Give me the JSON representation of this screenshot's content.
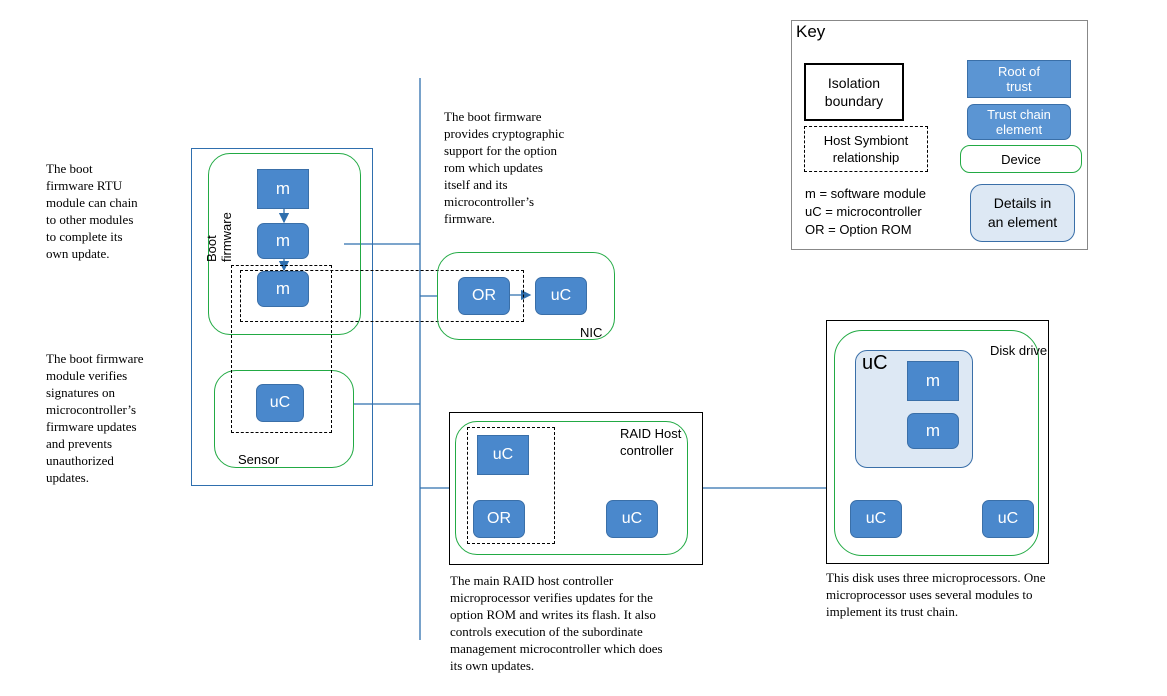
{
  "notes": {
    "rtu": [
      "The boot",
      "firmware RTU",
      "module can chain",
      "to other modules",
      "to complete its",
      "own update."
    ],
    "verify": [
      "The boot firmware",
      "module verifies",
      "signatures on",
      "microcontroller’s",
      "firmware updates",
      "and prevents",
      "unauthorized",
      "updates."
    ],
    "crypto": [
      "The boot firmware",
      "provides cryptographic",
      "support for the option",
      "rom which updates",
      "itself and its",
      "microcontroller’s",
      "firmware."
    ],
    "raid": [
      "The main RAID host controller",
      "microprocessor verifies updates for the",
      "option ROM and writes its flash. It also",
      "controls execution of the subordinate",
      "management microcontroller which does",
      "its own updates."
    ],
    "disk": [
      "This disk uses three microprocessors. One",
      "microprocessor uses several modules to",
      "implement its trust chain."
    ]
  },
  "labels": {
    "boot_firmware": "Boot firmware",
    "sensor": "Sensor",
    "nic": "NIC",
    "raid": [
      "RAID Host",
      "controller"
    ],
    "disk_drive": "Disk drive"
  },
  "modules": {
    "m": "m",
    "uc": "uC",
    "or": "OR"
  },
  "key": {
    "title": "Key",
    "isolation": [
      "Isolation",
      "boundary"
    ],
    "root": [
      "Root of",
      "trust"
    ],
    "chain": [
      "Trust chain",
      "element"
    ],
    "symbiont": [
      "Host Symbiont",
      "relationship"
    ],
    "device": "Device",
    "details": [
      "Details in",
      "an element"
    ],
    "legend": [
      "m = software module",
      "uC = microcontroller",
      "OR = Option ROM"
    ]
  },
  "colors": {
    "module_fill": "#4a88cc",
    "device_border": "#22aa44",
    "details_fill": "#dde8f4",
    "bus_line": "#2f6fae"
  }
}
